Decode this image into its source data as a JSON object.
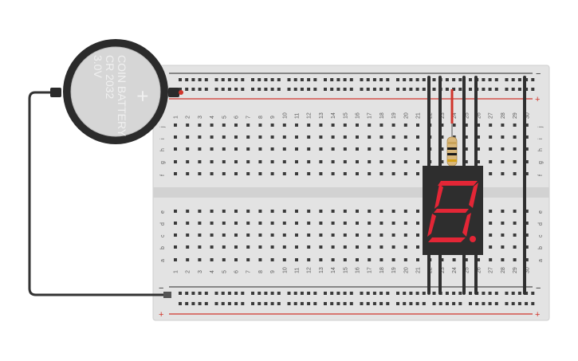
{
  "battery": {
    "label_line1": "COIN BATTERY",
    "label_line2": "CR 2032",
    "label_line3": "3.0V",
    "plus_symbol": "+",
    "body_color": "#2b2b2b"
  },
  "breadboard": {
    "row_letters_top": [
      "j",
      "i",
      "h",
      "g",
      "f"
    ],
    "row_letters_bottom": [
      "e",
      "d",
      "c",
      "b",
      "a"
    ],
    "column_count": 30,
    "rail_plus": "+",
    "rail_minus": "−",
    "board_color": "#e3e3e3",
    "rail_red": "#d0352b",
    "rail_black": "#2a2a2a"
  },
  "display": {
    "type": "seven-segment",
    "lit_color": "#e32636",
    "dim_color": "#3e3e3e",
    "body_color": "#2e2e2e"
  },
  "resistor": {
    "bands": [
      "#c9a35a",
      "#1a1a1a",
      "#1a1a1a",
      "#d4a017"
    ]
  },
  "wires": {
    "battery_lead_color": "#333333",
    "pin_color": "#2f2f2f",
    "resistor_wire_color": "#d0352b"
  }
}
